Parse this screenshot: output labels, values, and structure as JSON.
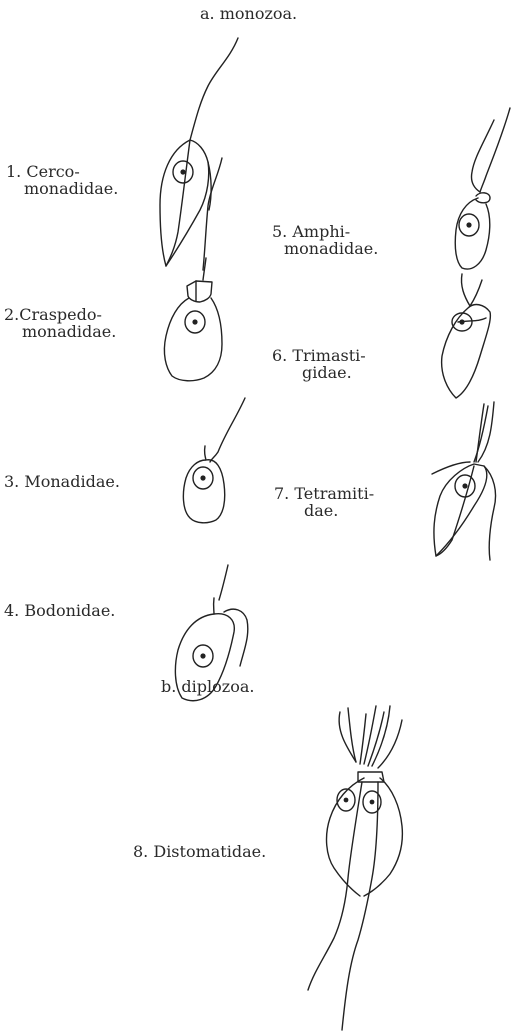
{
  "section_a_heading": "a. monozoa.",
  "section_b_heading": "b. diplozoa.",
  "families": [
    {
      "number": "1.",
      "line1": "Cerco-",
      "line2": "monadidae."
    },
    {
      "number": "2.",
      "line1": "Craspedo-",
      "line2": "monadidae."
    },
    {
      "number": "3.",
      "line1": "Monadidae.",
      "line2": ""
    },
    {
      "number": "4.",
      "line1": "Bodonidae.",
      "line2": ""
    },
    {
      "number": "5.",
      "line1": "Amphi-",
      "line2": "monadidae."
    },
    {
      "number": "6.",
      "line1": "Trimasti-",
      "line2": "gidae."
    },
    {
      "number": "7.",
      "line1": "Tetramiti-",
      "line2": "dae."
    },
    {
      "number": "8.",
      "line1": "Distomatidae.",
      "line2": ""
    }
  ]
}
